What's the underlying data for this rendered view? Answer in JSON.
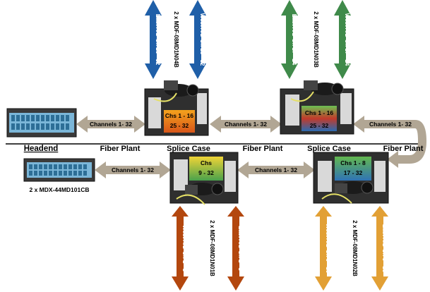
{
  "colors": {
    "link_arrow": "#b1a694",
    "blue_arrow": "#1f5fa8",
    "green_arrow": "#3f8a4a",
    "red_arrow": "#b3470e",
    "amber_arrow": "#e2a035",
    "chs_grad_top_orange": "#e06c12",
    "chs_grad_top_green": "#67b54d",
    "chs_grad_top_red": "#c23a2a",
    "chs_grad_bottom_yellow": "#e8d036",
    "chs_grad_bottom_green": "#48a34c",
    "chs_grad_bottom_blue": "#2b6bb2"
  },
  "labels": {
    "headend": "Headend",
    "fiber_plant_1": "Fiber Plant",
    "splice_case_1": "Splice Case",
    "fiber_plant_2": "Fiber Plant",
    "splice_case_2": "Splice Case",
    "fiber_plant_3": "Fiber Plant",
    "mdx_label": "2 x MDX-44MD101CB"
  },
  "links": {
    "top_left": "Channels 1- 32",
    "top_mid": "Channels 1- 32",
    "top_right": "Channels 1- 32",
    "bottom_left": "Channels 1- 32",
    "bottom_mid": "Channels 1- 32"
  },
  "splices": {
    "top_left": {
      "line1": "Chs 1 - 16",
      "line2": "25 - 32"
    },
    "top_right": {
      "line1": "Chs 1 - 16",
      "line2": "25 - 32"
    },
    "bottom_left": {
      "line1": "Chs",
      "line2": "9 - 32"
    },
    "bottom_right": {
      "line1": "Chs 1 - 8",
      "line2": "17 - 32"
    }
  },
  "vertical": {
    "tl_east": "East A/D Ch 25 - 32",
    "tl_west": "West A/D Ch 25 - 32",
    "tl_model": "2 x MDF-08MD1N04B",
    "tr_east": "East A/D Ch 17 - 24",
    "tr_west": "West A/D Ch 17 - 24",
    "tr_model": "2 x MDF-08MD1N03B",
    "bl_west": "West A/D Ch 1 - 8",
    "bl_east": "East A/D Ch 1 - 8",
    "bl_model": "2 x MDF-08MD1N01B",
    "br_west": "West A/D Ch 9 - 16",
    "br_east": "East A/D Ch 9 - 16",
    "br_model": "2 x MDF-08MD1N02B"
  }
}
